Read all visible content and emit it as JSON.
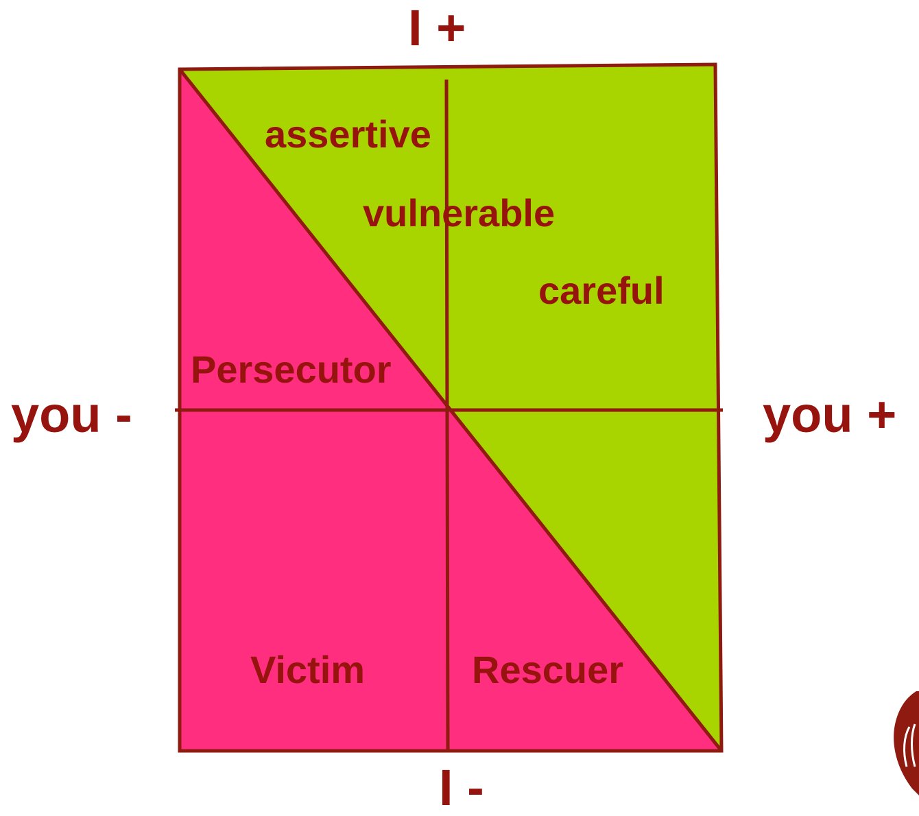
{
  "colors": {
    "positive_region": "#a8d400",
    "negative_region": "#ff2e7e",
    "line": "#8e1a10",
    "text": "#96140d"
  },
  "axes": {
    "top": "I +",
    "bottom": "I -",
    "left": "you -",
    "right": "you +"
  },
  "positive_labels": {
    "assertive": "assertive",
    "vulnerable": "vulnerable",
    "careful": "careful"
  },
  "negative_labels": {
    "persecutor": "Persecutor",
    "victim": "Victim",
    "rescuer": "Rescuer"
  },
  "logo": {
    "icon": "emblem-icon"
  }
}
